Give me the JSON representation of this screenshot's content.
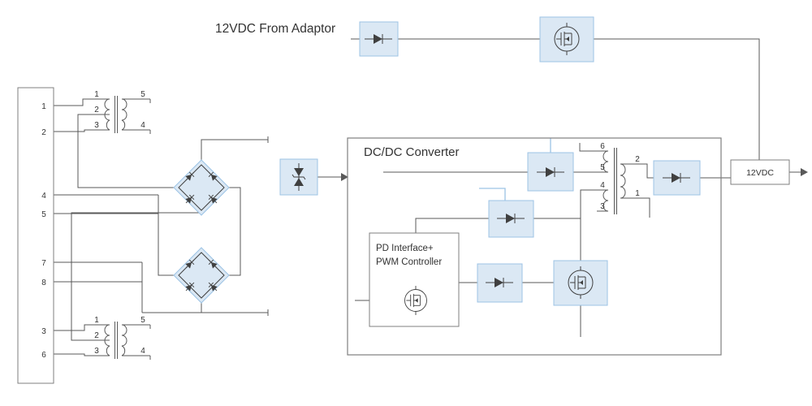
{
  "top": {
    "adaptor_label": "12VDC From Adaptor"
  },
  "dcdc": {
    "title": "DC/DC Converter"
  },
  "pd": {
    "line1": "PD Interface+",
    "line2": "PWM Controller"
  },
  "output": {
    "label": "12VDC"
  },
  "connector": {
    "pins": [
      "1",
      "2",
      "4",
      "5",
      "7",
      "8",
      "3",
      "6"
    ]
  },
  "xfmr_top": {
    "left_pins": [
      "1",
      "2",
      "3"
    ],
    "right_pins": [
      "5",
      "4"
    ]
  },
  "xfmr_bottom": {
    "left_pins": [
      "1",
      "2",
      "3"
    ],
    "right_pins": [
      "5",
      "4"
    ]
  },
  "xfmr_dcdc": {
    "left_pins": [
      "6",
      "5",
      "4",
      "3"
    ],
    "right_pins": [
      "2",
      "1"
    ]
  },
  "icons": {
    "diode": "diode-icon",
    "mosfet": "mosfet-icon",
    "tvs": "tvs-diode-icon",
    "bridge": "bridge-rectifier-icon",
    "transformer": "transformer-icon"
  },
  "colors": {
    "block_fill": "#dbe8f4",
    "block_stroke": "#9cc3e5",
    "wire": "#595959",
    "box_stroke": "#7f7f7f",
    "text": "#333333",
    "lead_blue": "#9cc3e5"
  }
}
